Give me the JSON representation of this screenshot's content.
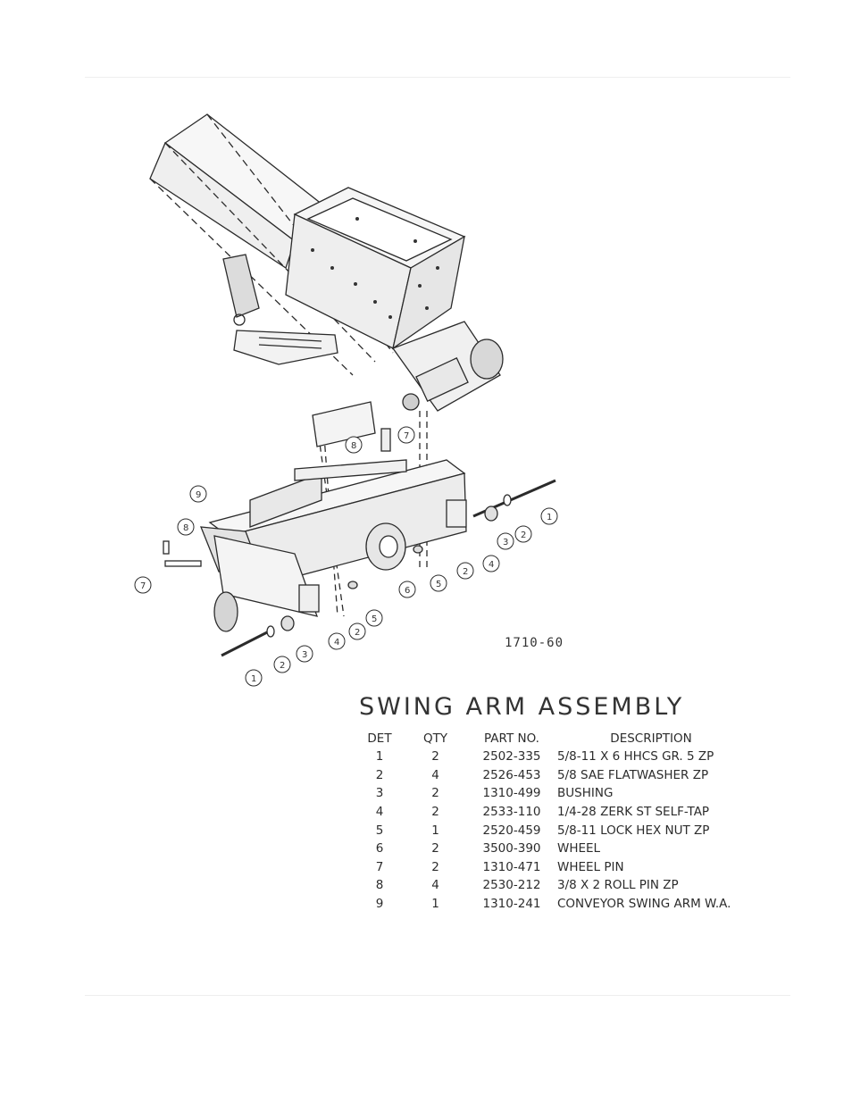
{
  "drawing_code": "1710-60",
  "title": "SWING ARM ASSEMBLY",
  "table": {
    "headers": [
      "DET",
      "QTY",
      "PART NO.",
      "DESCRIPTION"
    ],
    "rows": [
      {
        "det": "1",
        "qty": "2",
        "part": "2502-335",
        "desc": "5/8-11 X 6 HHCS GR. 5 ZP"
      },
      {
        "det": "2",
        "qty": "4",
        "part": "2526-453",
        "desc": "5/8 SAE FLATWASHER  ZP"
      },
      {
        "det": "3",
        "qty": "2",
        "part": "1310-499",
        "desc": "BUSHING"
      },
      {
        "det": "4",
        "qty": "2",
        "part": "2533-110",
        "desc": "1/4-28 ZERK ST SELF-TAP"
      },
      {
        "det": "5",
        "qty": "1",
        "part": "2520-459",
        "desc": "5/8-11 LOCK HEX NUT ZP"
      },
      {
        "det": "6",
        "qty": "2",
        "part": "3500-390",
        "desc": "WHEEL"
      },
      {
        "det": "7",
        "qty": "2",
        "part": "1310-471",
        "desc": "WHEEL PIN"
      },
      {
        "det": "8",
        "qty": "4",
        "part": "2530-212",
        "desc": "3/8 X 2 ROLL PIN ZP"
      },
      {
        "det": "9",
        "qty": "1",
        "part": "1310-241",
        "desc": "CONVEYOR SWING ARM W.A."
      }
    ]
  },
  "callouts": [
    "1",
    "2",
    "3",
    "4",
    "5",
    "6",
    "7",
    "8",
    "9"
  ]
}
